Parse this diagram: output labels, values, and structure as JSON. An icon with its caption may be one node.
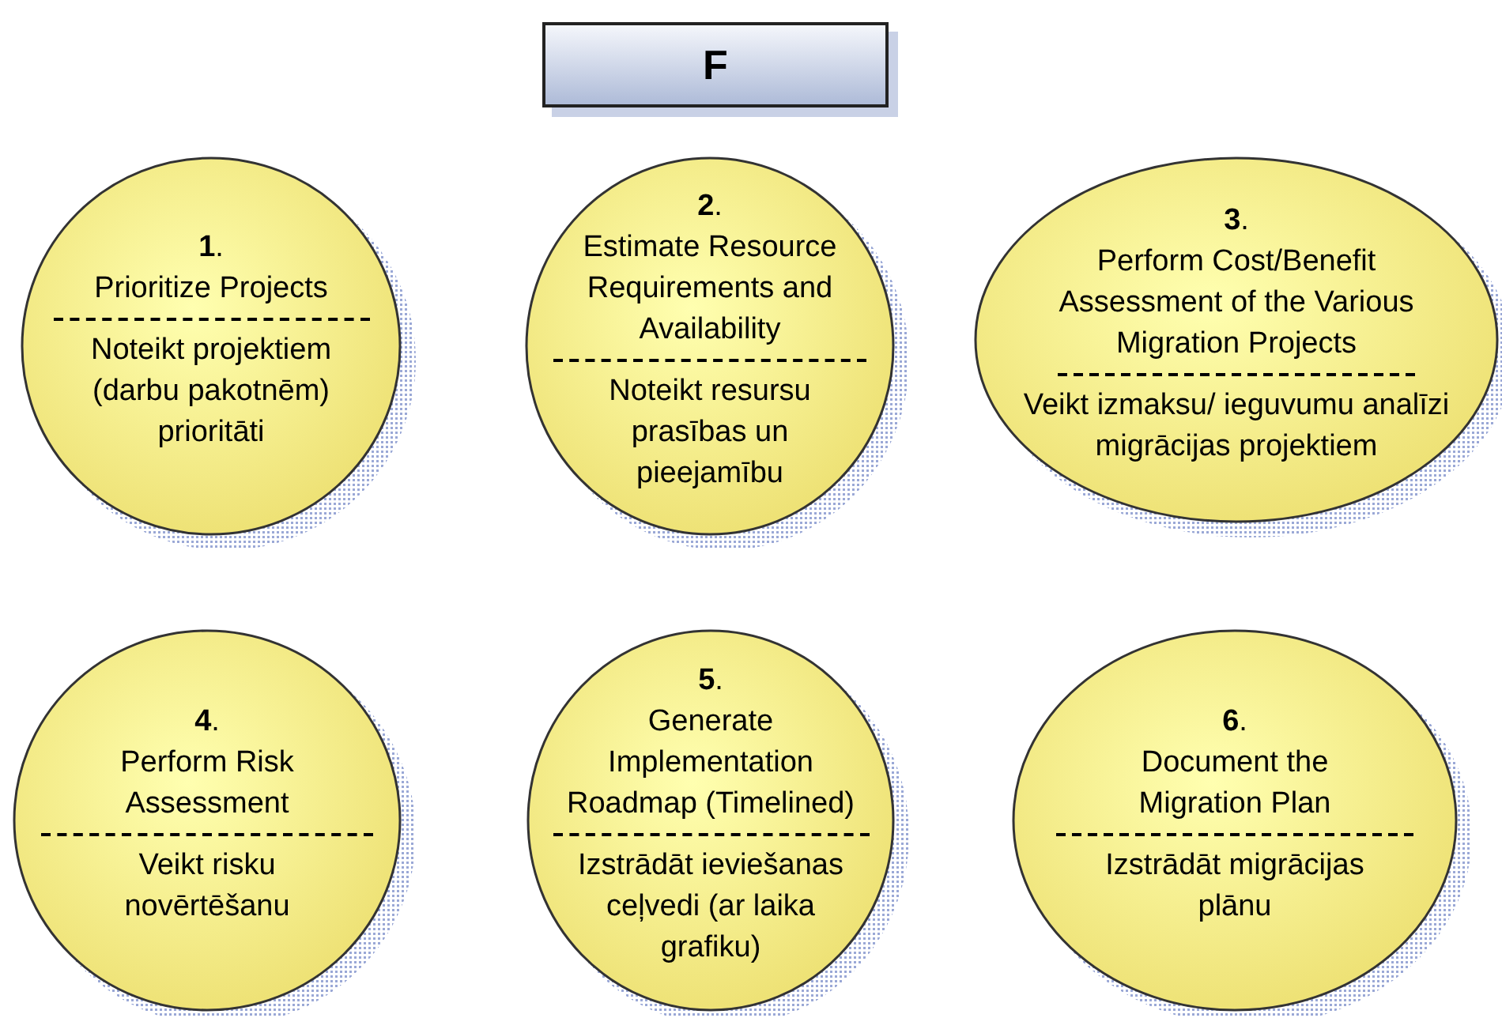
{
  "diagram": {
    "nodes": [
      {
        "text": [
          "F"
        ]
      },
      {
        "text": [
          "**1**.",
          "Prioritize Projects",
          "Noteikt projektiem (darbu pakotnēm) prioritāti"
        ]
      },
      {
        "text": [
          "**2**.",
          "Estimate Resource Requirements and Availability",
          "Noteikt resursu prasības un pieejamību"
        ]
      },
      {
        "text": [
          "**3**.",
          "Perform Cost/Benefit Assessment of the Various Migration Projects",
          "Veikt izmaksu/ ieguvumu analīzi migrācijas projektiem"
        ]
      },
      {
        "text": [
          "**4**.",
          "Perform Risk Assessment",
          "Veikt risku novērtēšanu"
        ]
      },
      {
        "text": [
          "**5**.",
          "Generate Implementation Roadmap (Timelined)",
          "Izstrādāt ieviešanas ceļvedi (ar laika grafiku)"
        ]
      },
      {
        "text": [
          "**6**.",
          "Document the Migration Plan",
          "Izstrādāt migrācijas plānu"
        ]
      }
    ]
  }
}
